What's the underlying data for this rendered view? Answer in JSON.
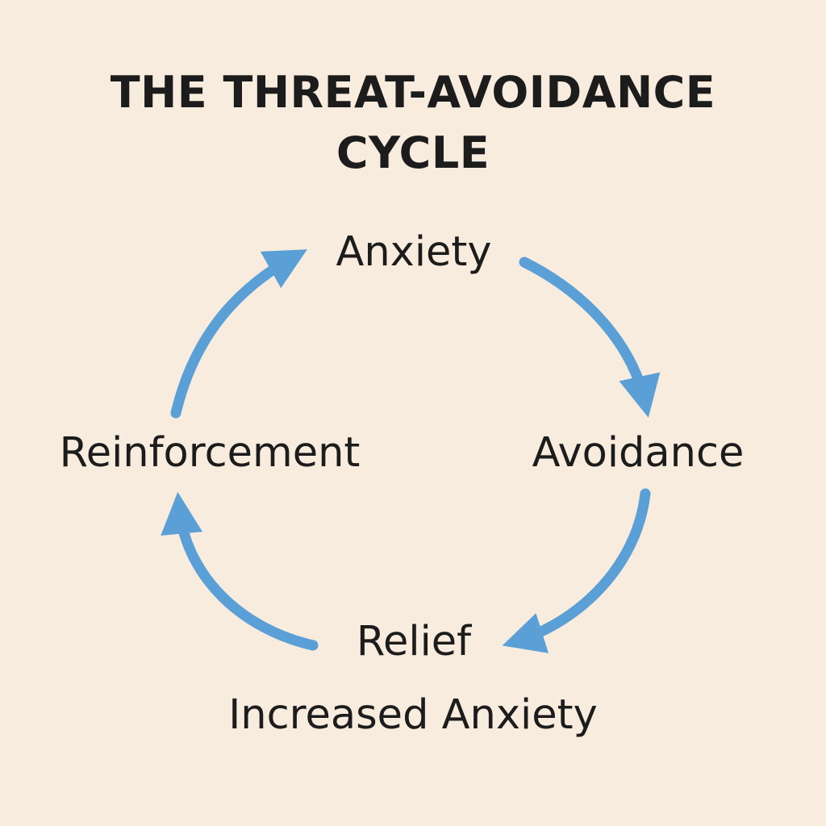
{
  "diagram": {
    "title_line_1": "THE THREAT-AVOIDANCE",
    "title_line_2": "CYCLE",
    "nodes": {
      "anxiety": "Anxiety",
      "avoidance": "Avoidance",
      "relief": "Relief",
      "increased_anxiety": "Increased Anxiety",
      "reinforcement": "Reinforcement"
    },
    "colors": {
      "background": "#f7ecdd",
      "text": "#1c1c1c",
      "arrow": "#5a9fd6"
    }
  }
}
